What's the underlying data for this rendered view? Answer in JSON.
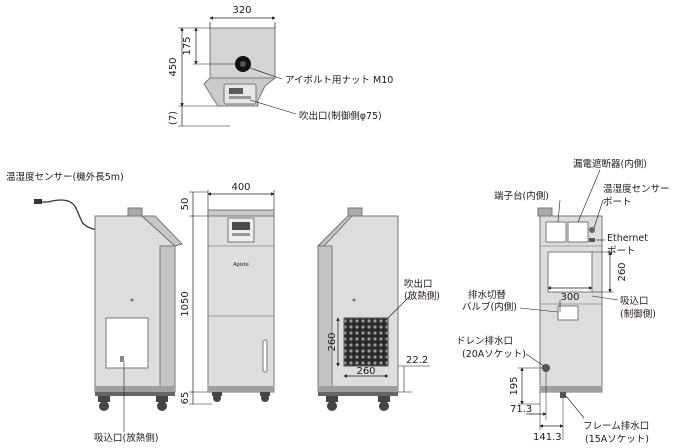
{
  "top_view": {
    "width_dim": "320",
    "depth_dim": "175",
    "total_dim": "450",
    "offset_dim": "(7)",
    "eyebolt_label": "アイボルト用ナット M10",
    "outlet_label": "吹出口(制御側φ75)"
  },
  "left_side": {
    "sensor_label": "温湿度センサー(機外長5m)",
    "inlet_label": "吸込口(放熱側)"
  },
  "front_view": {
    "width_dim": "400",
    "top_dim": "50",
    "body_dim": "1050",
    "bottom_dim": "65",
    "logo_text": "Apiste"
  },
  "rear_view": {
    "outlet_label_1": "吹出口",
    "outlet_label_2": "(放熱側)",
    "vent_h_dim": "260",
    "vent_w_dim": "260",
    "offset_dim": "22.2"
  },
  "control_side": {
    "breaker_label": "漏電遮断器(内側)",
    "terminal_label": "端子台(内側)",
    "sensor_port_label_1": "温湿度センサー",
    "sensor_port_label_2": "ポート",
    "ethernet_label_1": "Ethernet",
    "ethernet_label_2": "ポート",
    "panel_h_dim": "260",
    "panel_w_dim": "300",
    "valve_label_1": "排水切替",
    "valve_label_2": "バルブ(内側)",
    "inlet_label_1": "吸込口",
    "inlet_label_2": "(制御側)",
    "drain_label_1": "ドレン排水口",
    "drain_label_2": "(20Aソケット)",
    "drain_h_dim": "195",
    "drain_x_dim": "71.3",
    "frame_x_dim": "141.3",
    "frame_drain_label_1": "フレーム排水口",
    "frame_drain_label_2": "(15Aソケット)"
  }
}
